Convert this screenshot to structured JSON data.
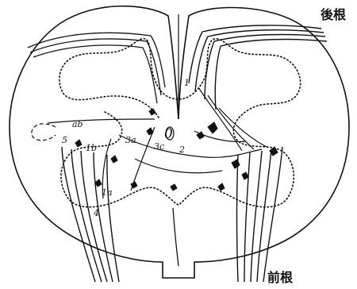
{
  "labels": {
    "dorsal_root": "後根",
    "ventral_root": "前根",
    "l1": "1",
    "l1a": "1a",
    "l1b": "1b",
    "l2": "2",
    "l3a": "3a",
    "l3c": "3c",
    "lab": "ab",
    "l4": "4",
    "l5": "5",
    "center": "0"
  },
  "colors": {
    "ink": "#111111",
    "background": "#ffffff"
  }
}
